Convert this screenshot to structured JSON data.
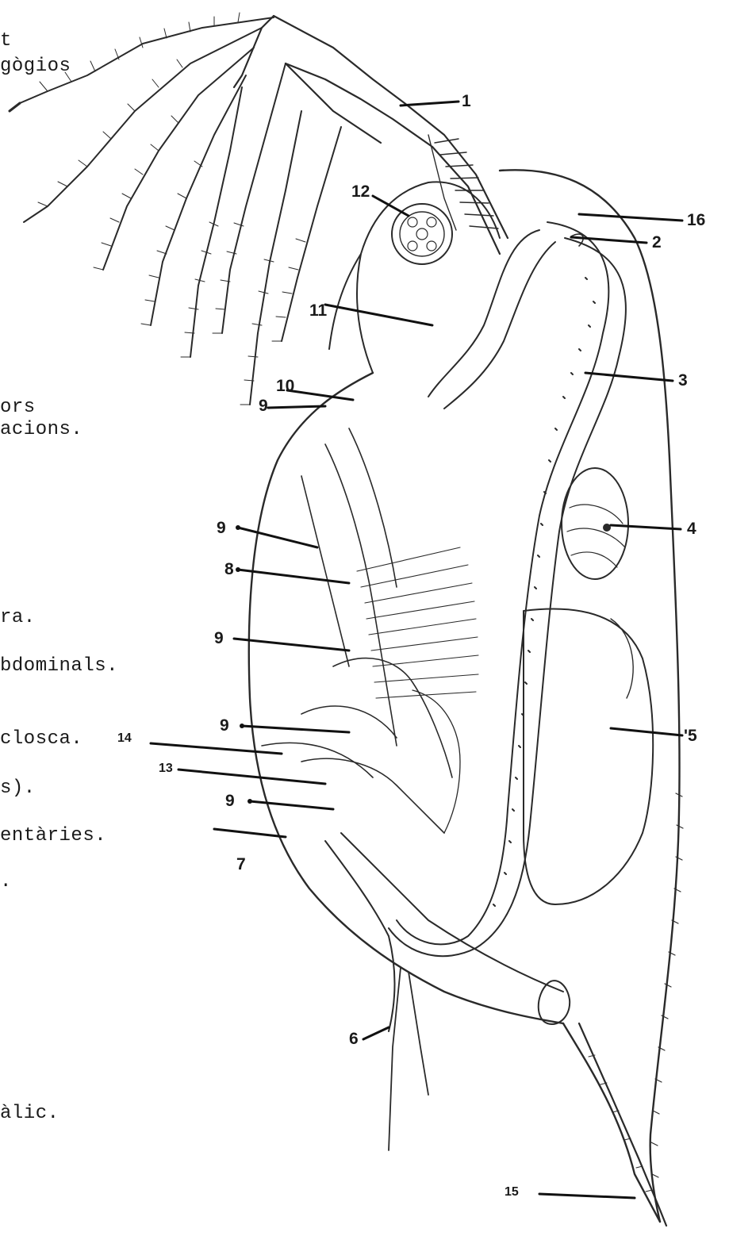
{
  "text_fragments": [
    {
      "id": "t1",
      "text": "t"
    },
    {
      "id": "t2",
      "text": "gògios"
    },
    {
      "id": "t3",
      "text": "ors"
    },
    {
      "id": "t4",
      "text": "acions."
    },
    {
      "id": "t5",
      "text": "ra."
    },
    {
      "id": "t6",
      "text": "bdominals."
    },
    {
      "id": "t7",
      "text": "closca."
    },
    {
      "id": "t8",
      "text": "s)."
    },
    {
      "id": "t9",
      "text": "entàries."
    },
    {
      "id": "t10",
      "text": "."
    },
    {
      "id": "t11",
      "text": "àlic."
    }
  ],
  "labels": [
    {
      "id": "l1",
      "text": "1"
    },
    {
      "id": "l2",
      "text": "2"
    },
    {
      "id": "l3",
      "text": "3"
    },
    {
      "id": "l4",
      "text": "4"
    },
    {
      "id": "l5",
      "text": "'5"
    },
    {
      "id": "l6",
      "text": "6"
    },
    {
      "id": "l7",
      "text": "7"
    },
    {
      "id": "l8",
      "text": "8"
    },
    {
      "id": "l9a",
      "text": "9"
    },
    {
      "id": "l9b",
      "text": "9"
    },
    {
      "id": "l9c",
      "text": "9"
    },
    {
      "id": "l9d",
      "text": "9"
    },
    {
      "id": "l9e",
      "text": "9"
    },
    {
      "id": "l10",
      "text": "10"
    },
    {
      "id": "l11",
      "text": "11"
    },
    {
      "id": "l12",
      "text": "12"
    },
    {
      "id": "l13",
      "text": "13"
    },
    {
      "id": "l14",
      "text": "14"
    },
    {
      "id": "l15",
      "text": "15"
    },
    {
      "id": "l16",
      "text": "16"
    }
  ]
}
